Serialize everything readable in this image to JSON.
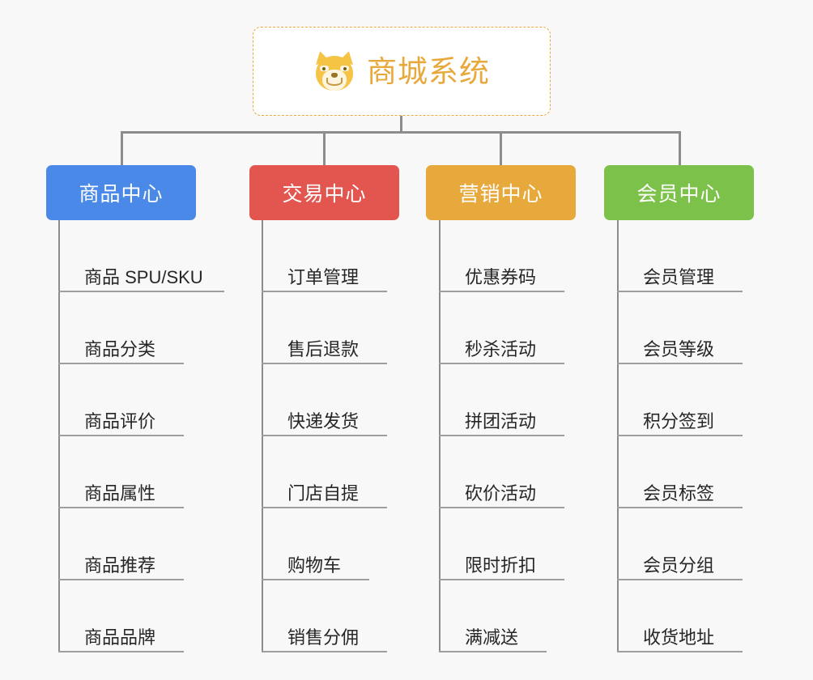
{
  "page": {
    "background_color": "#f8f8f8",
    "type": "org-chart-mindmap"
  },
  "root": {
    "title": "商城系统",
    "icon": "shiba-dog-face-icon",
    "text_color": "#e8a93c",
    "border_color": "#e8a93c",
    "background_color": "#ffffff"
  },
  "connector": {
    "color": "#8c8c8c"
  },
  "branches": [
    {
      "label": "商品中心",
      "color": "#4a89e8",
      "items": [
        "商品 SPU/SKU",
        "商品分类",
        "商品评价",
        "商品属性",
        "商品推荐",
        "商品品牌"
      ]
    },
    {
      "label": "交易中心",
      "color": "#e2564f",
      "items": [
        "订单管理",
        "售后退款",
        "快递发货",
        "门店自提",
        "购物车",
        "销售分佣"
      ]
    },
    {
      "label": "营销中心",
      "color": "#e8a93c",
      "items": [
        "优惠券码",
        "秒杀活动",
        "拼团活动",
        "砍价活动",
        "限时折扣",
        "满减送"
      ]
    },
    {
      "label": "会员中心",
      "color": "#7cc24a",
      "items": [
        "会员管理",
        "会员等级",
        "积分签到",
        "会员标签",
        "会员分组",
        "收货地址"
      ]
    }
  ]
}
